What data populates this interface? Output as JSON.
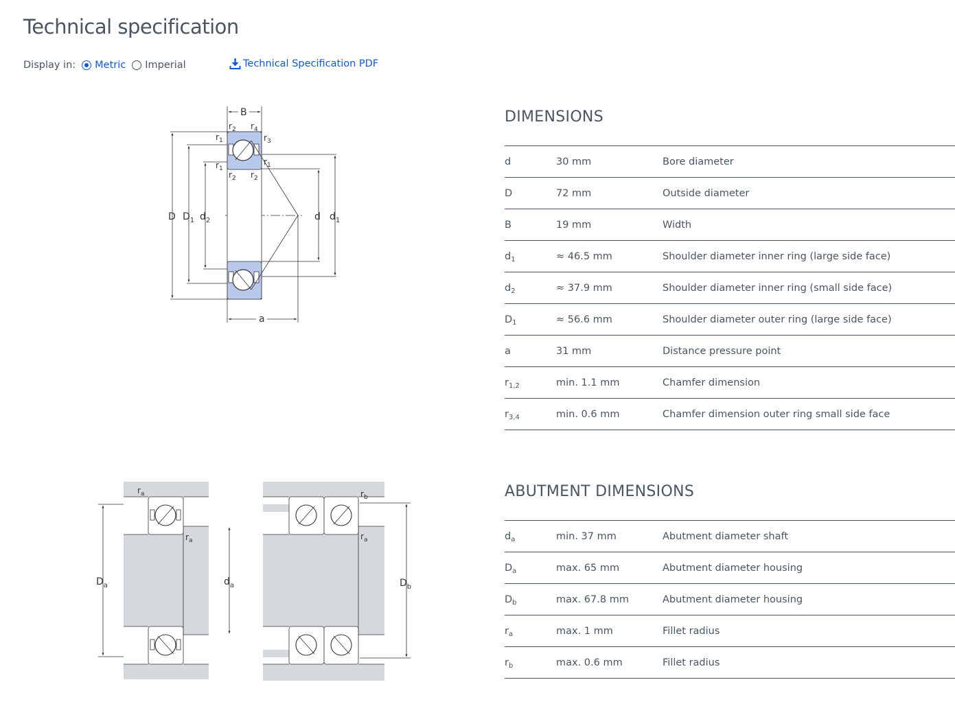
{
  "page": {
    "title": "Technical specification"
  },
  "display": {
    "label": "Display in:",
    "options": [
      {
        "label": "Metric",
        "selected": true
      },
      {
        "label": "Imperial",
        "selected": false
      }
    ],
    "pdf_link": "Technical Specification PDF"
  },
  "colors": {
    "accent": "#0f58d6",
    "text": "#485563",
    "bearing_fill": "#b9c9ec",
    "shade": "#d6d9dc"
  },
  "drawing_labels": {
    "main": {
      "B": "B",
      "D": "D",
      "D1": "D",
      "D1_sub": "1",
      "d2": "d",
      "d2_sub": "2",
      "d": "d",
      "d1": "d",
      "d1_sub": "1",
      "a": "a",
      "r1": "r",
      "r1_sub": "1",
      "r2": "r",
      "r2_sub": "2",
      "r3": "r",
      "r3_sub": "3",
      "r4": "r",
      "r4_sub": "4"
    },
    "abutment": {
      "Da": "D",
      "Da_sub": "a",
      "da": "d",
      "da_sub": "a",
      "Db": "D",
      "Db_sub": "b",
      "ra": "r",
      "ra_sub": "a",
      "rb": "r",
      "rb_sub": "b"
    }
  },
  "dimensions": {
    "title": "DIMENSIONS",
    "rows": [
      {
        "symbol": "d",
        "sub": "",
        "value": "30 mm",
        "description": "Bore diameter"
      },
      {
        "symbol": "D",
        "sub": "",
        "value": "72 mm",
        "description": "Outside diameter"
      },
      {
        "symbol": "B",
        "sub": "",
        "value": "19 mm",
        "description": "Width"
      },
      {
        "symbol": "d",
        "sub": "1",
        "value": "≈ 46.5 mm",
        "description": "Shoulder diameter inner ring (large side face)"
      },
      {
        "symbol": "d",
        "sub": "2",
        "value": "≈ 37.9 mm",
        "description": "Shoulder diameter inner ring (small side face)"
      },
      {
        "symbol": "D",
        "sub": "1",
        "value": "≈ 56.6 mm",
        "description": "Shoulder diameter outer ring (large side face)"
      },
      {
        "symbol": "a",
        "sub": "",
        "value": "31 mm",
        "description": "Distance pressure point"
      },
      {
        "symbol": "r",
        "sub": "1,2",
        "value": "min. 1.1 mm",
        "description": "Chamfer dimension"
      },
      {
        "symbol": "r",
        "sub": "3,4",
        "value": "min. 0.6 mm",
        "description": "Chamfer dimension outer ring small side face"
      }
    ]
  },
  "abutment": {
    "title": "ABUTMENT DIMENSIONS",
    "rows": [
      {
        "symbol": "d",
        "sub": "a",
        "value": "min. 37 mm",
        "description": "Abutment diameter shaft"
      },
      {
        "symbol": "D",
        "sub": "a",
        "value": "max. 65 mm",
        "description": "Abutment diameter housing"
      },
      {
        "symbol": "D",
        "sub": "b",
        "value": "max. 67.8 mm",
        "description": "Abutment diameter housing"
      },
      {
        "symbol": "r",
        "sub": "a",
        "value": "max. 1 mm",
        "description": "Fillet radius"
      },
      {
        "symbol": "r",
        "sub": "b",
        "value": "max. 0.6 mm",
        "description": "Fillet radius"
      }
    ]
  }
}
